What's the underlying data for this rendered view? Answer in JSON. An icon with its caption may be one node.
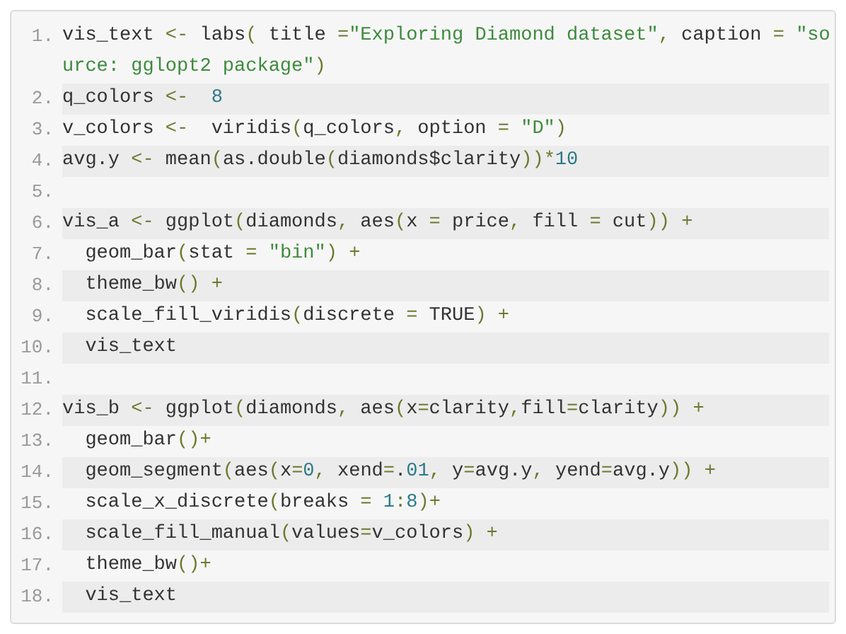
{
  "diagram": {
    "labels": [
      "1.",
      "vis_text <- labs( title =\"Exploring Diamond dataset\", caption = \"source: gglopt2 package\")",
      "2.",
      "q_colors <-  8",
      "3.",
      "v_colors <-  viridis(q_colors, option = \"D\")",
      "4.",
      "avg.y <- mean(as.double(diamonds$clarity))*10",
      "5.",
      "6.",
      "vis_a <- ggplot(diamonds, aes(x = price, fill = cut)) +",
      "7.",
      "  geom_bar(stat = \"bin\") +",
      "8.",
      "  theme_bw() +",
      "9.",
      "  scale_fill_viridis(discrete = TRUE) +",
      "10.",
      "  vis_text",
      "11.",
      "12.",
      "vis_b <- ggplot(diamonds, aes(x=clarity,fill=clarity)) +",
      "13.",
      "  geom_bar()+",
      "14.",
      "  geom_segment(aes(x=0, xend=.01, y=avg.y, yend=avg.y)) +",
      "15.",
      "  scale_x_discrete(breaks = 1:8)+",
      "16.",
      "  scale_fill_manual(values=v_colors) +",
      "17.",
      "  theme_bw()+",
      "18.",
      "  vis_text"
    ]
  }
}
